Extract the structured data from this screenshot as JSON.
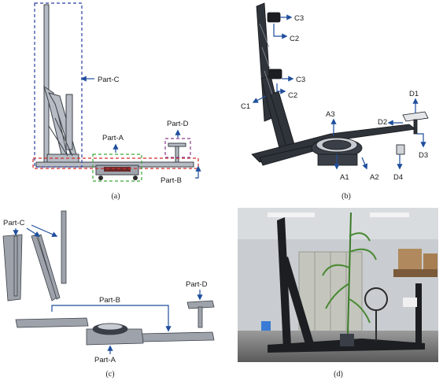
{
  "panel_a": {
    "caption": "(a)",
    "part_c": "Part-C",
    "part_a": "Part-A",
    "part_d": "Part-D",
    "part_b": "Part-B"
  },
  "panel_b": {
    "caption": "(b)",
    "c3_top": "C3",
    "c2_top": "C2",
    "c3_mid": "C3",
    "c2_mid": "C2",
    "c1": "C1",
    "a3": "A3",
    "a1": "A1",
    "a2": "A2",
    "d1": "D1",
    "d2": "D2",
    "d3": "D3",
    "d4": "D4"
  },
  "panel_c": {
    "caption": "(c)",
    "part_c": "Part-C",
    "part_b": "Part-B",
    "part_d": "Part-D",
    "part_a": "Part-A"
  },
  "panel_d": {
    "caption": "(d)"
  },
  "colors": {
    "arrow": "#1f4e9c",
    "frame": "#3a3f47",
    "box_blue": "#2b3fa0",
    "box_red": "#d42a2a",
    "box_green": "#3aa63a",
    "box_purple": "#8a3a8a"
  }
}
